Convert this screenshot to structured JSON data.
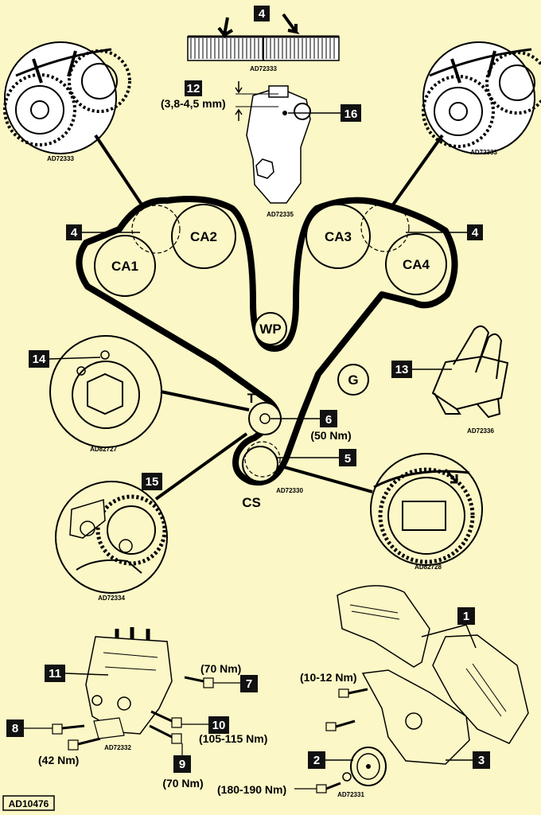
{
  "colors": {
    "background": "#fbf7c6",
    "ink": "#000000",
    "box": "#111111"
  },
  "pulleys": {
    "ca1": "CA1",
    "ca2": "CA2",
    "ca3": "CA3",
    "ca4": "CA4",
    "wp": "WP",
    "g": "G",
    "t": "T",
    "cs": "CS"
  },
  "callouts": {
    "c4_top": "4",
    "c4_left": "4",
    "c4_right": "4",
    "c12": "12",
    "c16": "16",
    "c14": "14",
    "c6": "6",
    "c5": "5",
    "c13": "13",
    "c15": "15",
    "c1": "1",
    "c11": "11",
    "c7": "7",
    "c8": "8",
    "c10": "10",
    "c9": "9",
    "c2": "2",
    "c3": "3"
  },
  "torques": {
    "t12": "(3,8-4,5 mm)",
    "t6": "(50 Nm)",
    "t7": "(70 Nm)",
    "t10": "(105-115 Nm)",
    "t9": "(70 Nm)",
    "t8": "(42 Nm)",
    "cover_bolts": "(10-12 Nm)",
    "crank_bolt": "(180-190 Nm)"
  },
  "refs": {
    "top_belt": "AD72333",
    "top_left": "AD72333",
    "top_right": "AD72333",
    "tensioner": "AD72335",
    "tensioner_detail": "AD82727",
    "cs_detail": "AD72330",
    "clip": "AD72336",
    "crank": "AD82728",
    "lock_detail": "AD72334",
    "bracket": "AD72332",
    "crank_pulley": "AD72331",
    "main": "AD10476"
  },
  "icons": {
    "belt-marker-arrow": "down-arrow",
    "binder-clip": "clip",
    "bolt": "bolt"
  }
}
